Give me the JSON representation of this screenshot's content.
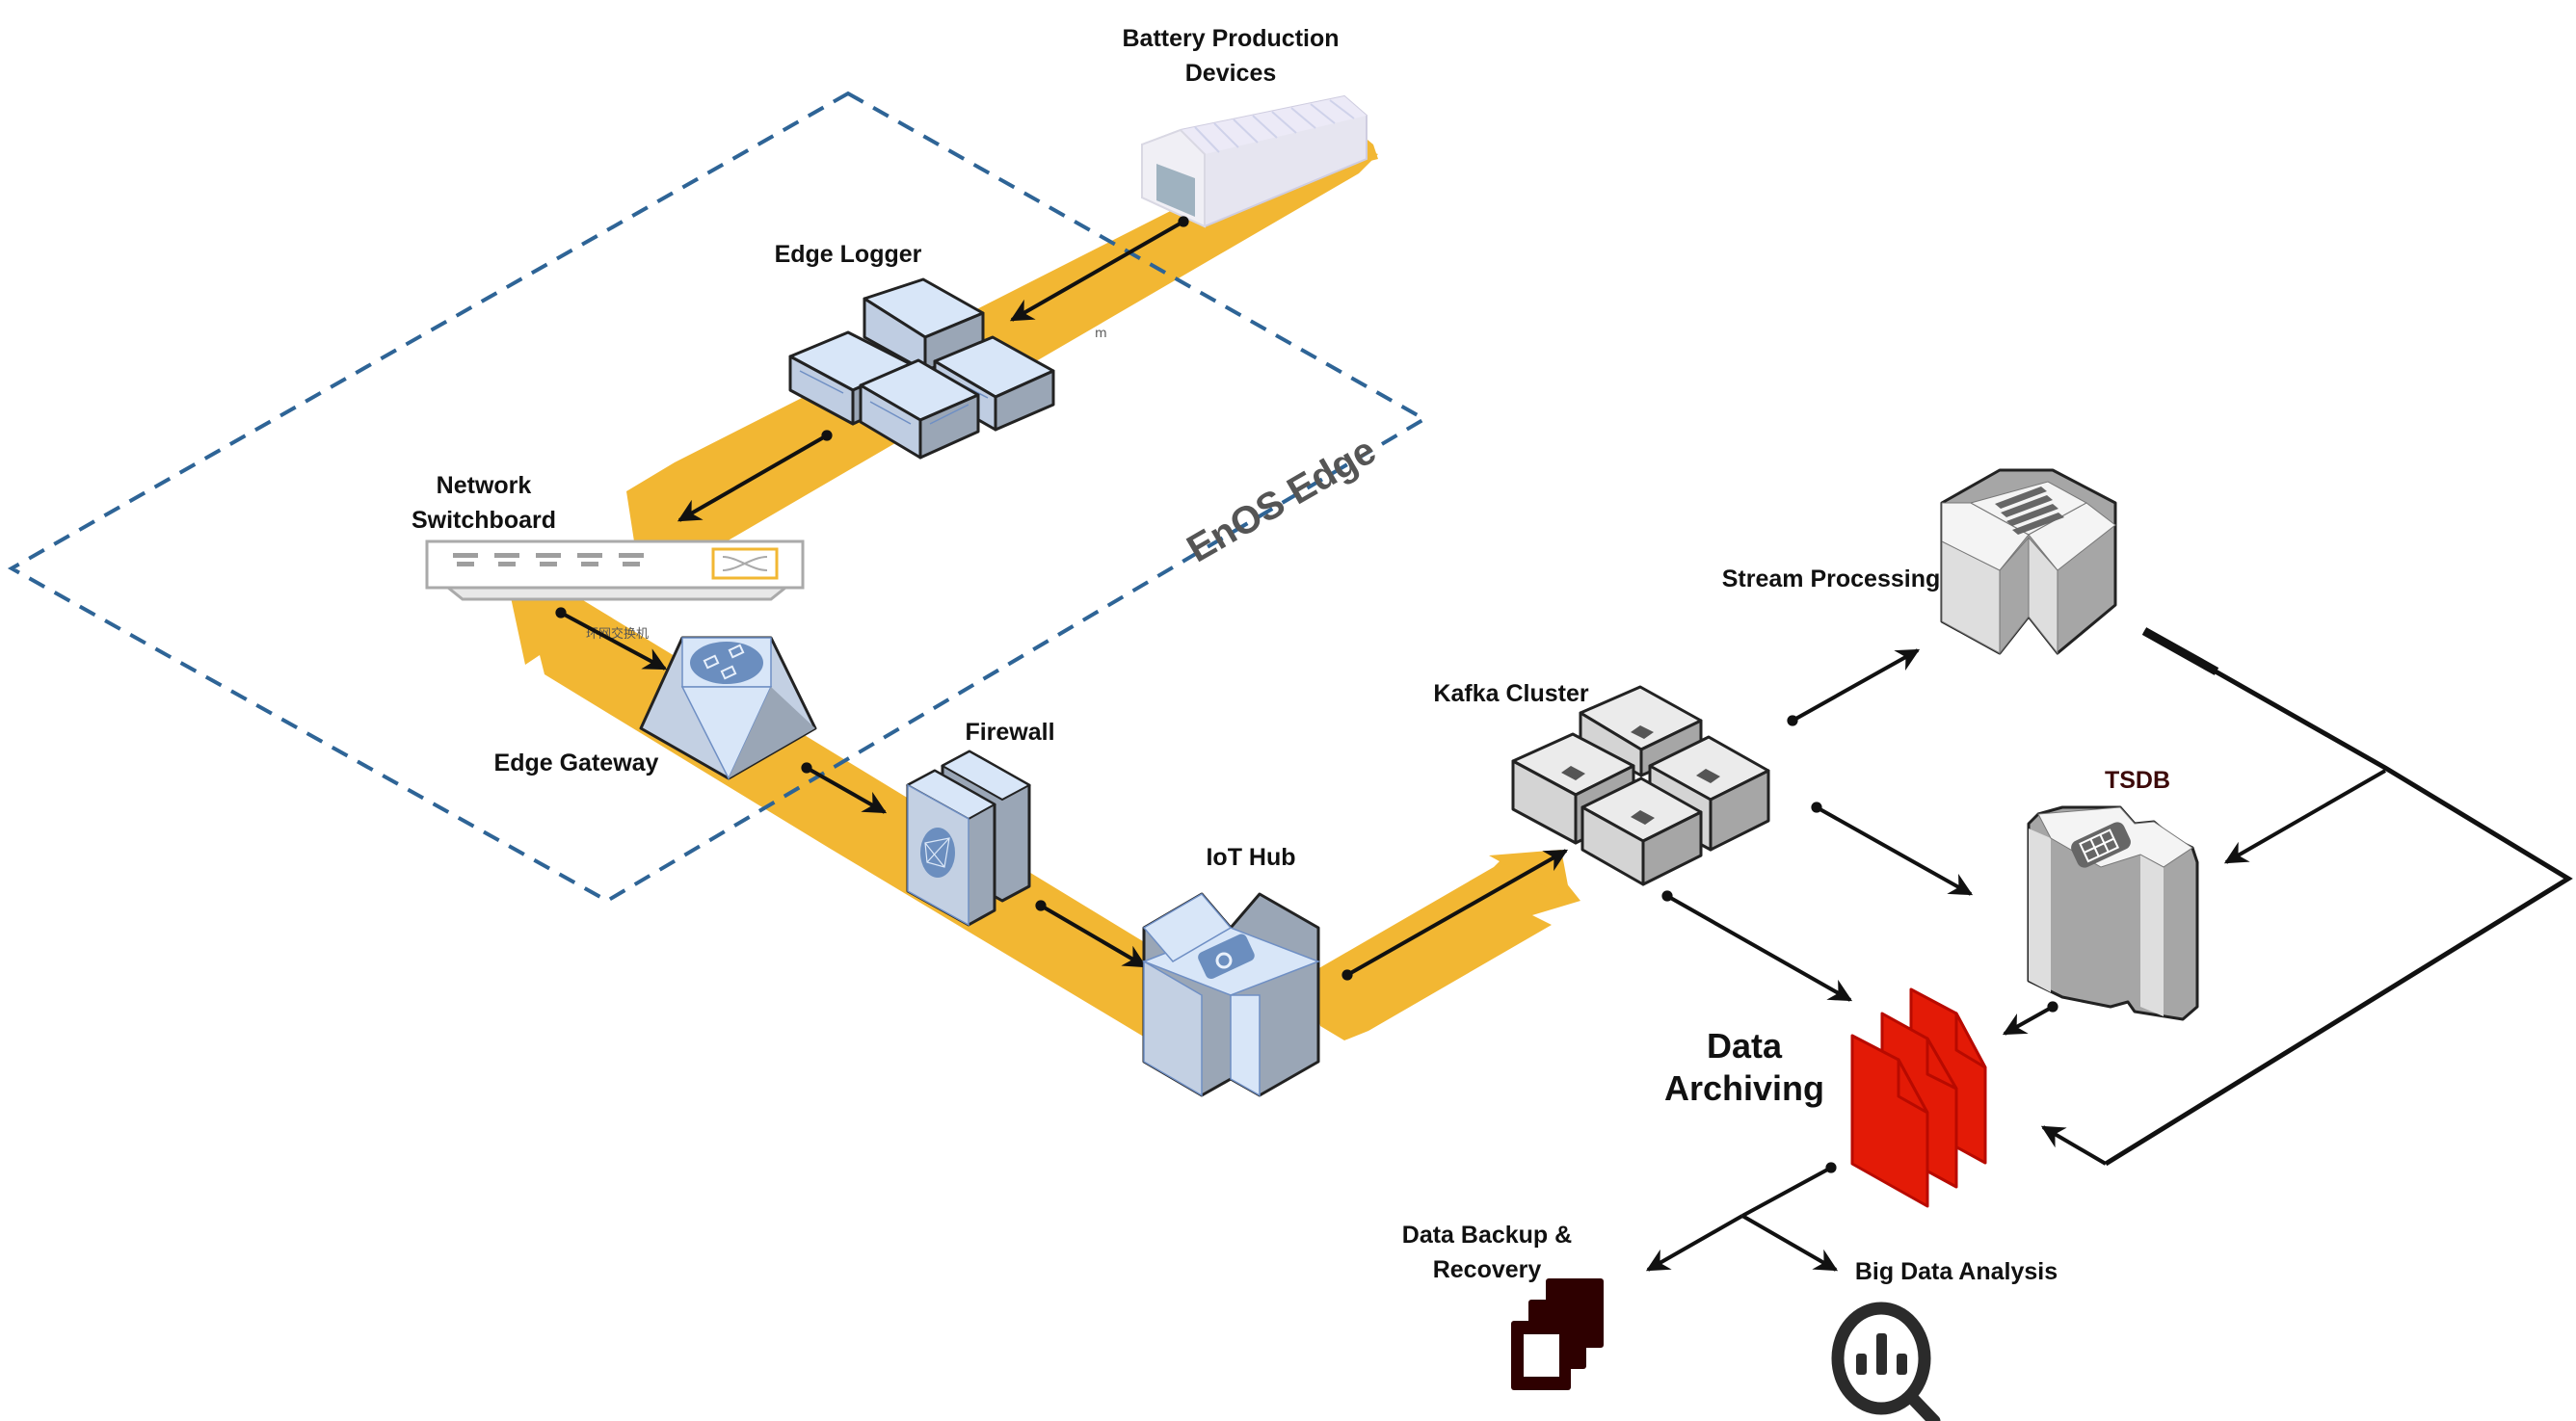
{
  "diagram": {
    "zone_label": "EnOS Edge",
    "colors": {
      "flow": "#f2b733",
      "zone_border": "#2e6496",
      "edge_device": "#d6e4f7",
      "cloud_device": "#e6e6e6",
      "archive": "#e31a06",
      "backup_icon": "#2e0000",
      "analysis_icon": "#2b2b2b",
      "tsdb_label": "#3d0a0a"
    },
    "nodes": {
      "battery": {
        "label_line1": "Battery Production",
        "label_line2": "Devices",
        "icon": "warehouse-icon"
      },
      "edge_logger": {
        "label": "Edge Logger",
        "icon": "server-cluster-icon"
      },
      "switchboard": {
        "label_line1": "Network",
        "label_line2": "Switchboard",
        "sublabel": "环网交换机",
        "icon": "network-switch-icon"
      },
      "edge_gateway": {
        "label": "Edge Gateway",
        "icon": "gateway-icon"
      },
      "firewall": {
        "label": "Firewall",
        "icon": "firewall-icon"
      },
      "iot_hub": {
        "label": "IoT Hub",
        "icon": "iot-hub-icon"
      },
      "kafka": {
        "label": "Kafka Cluster",
        "icon": "kafka-cluster-icon"
      },
      "stream": {
        "label": "Stream Processing",
        "icon": "stream-processing-icon"
      },
      "tsdb": {
        "label": "TSDB",
        "icon": "database-icon"
      },
      "archiving": {
        "label_line1": "Data",
        "label_line2": "Archiving",
        "icon": "documents-icon"
      },
      "backup": {
        "label_line1": "Data Backup &",
        "label_line2": "Recovery",
        "icon": "backup-icon"
      },
      "analysis": {
        "label": "Big Data Analysis",
        "icon": "analytics-search-icon"
      }
    },
    "stray_mark": "m",
    "edges": [
      {
        "from": "Battery Production Devices",
        "to": "Edge Logger"
      },
      {
        "from": "Edge Logger",
        "to": "Network Switchboard"
      },
      {
        "from": "Network Switchboard",
        "to": "Edge Gateway"
      },
      {
        "from": "Edge Gateway",
        "to": "Firewall"
      },
      {
        "from": "Firewall",
        "to": "IoT Hub"
      },
      {
        "from": "IoT Hub",
        "to": "Kafka Cluster"
      },
      {
        "from": "Kafka Cluster",
        "to": "Stream Processing"
      },
      {
        "from": "Kafka Cluster",
        "to": "TSDB"
      },
      {
        "from": "Kafka Cluster",
        "to": "Data Archiving"
      },
      {
        "from": "Stream Processing",
        "to": "TSDB"
      },
      {
        "from": "Stream Processing",
        "to": "Data Archiving"
      },
      {
        "from": "TSDB",
        "to": "Data Archiving"
      },
      {
        "from": "Data Archiving",
        "to": "Data Backup & Recovery"
      },
      {
        "from": "Data Archiving",
        "to": "Big Data Analysis"
      }
    ]
  }
}
